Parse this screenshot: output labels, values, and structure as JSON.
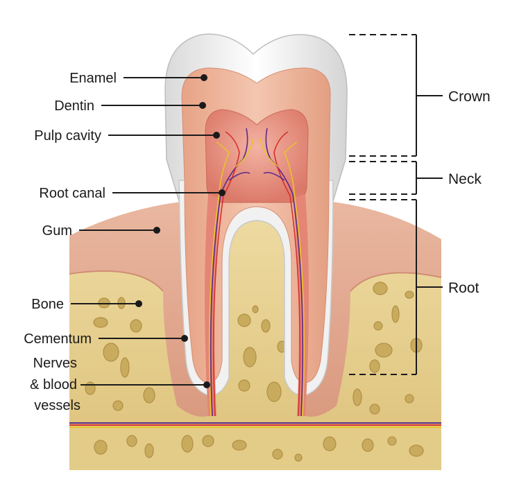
{
  "labels": {
    "enamel": "Enamel",
    "dentin": "Dentin",
    "pulp_cavity": "Pulp cavity",
    "root_canal": "Root canal",
    "gum": "Gum",
    "bone": "Bone",
    "cementum": "Cementum",
    "nerves_line1": "Nerves",
    "nerves_line2": "& blood",
    "nerves_line3": "vessels"
  },
  "sections": {
    "crown": "Crown",
    "neck": "Neck",
    "root": "Root"
  },
  "colors": {
    "bone": "#e6d08f",
    "bone_dark": "#c9ab5e",
    "gum": "#e2a78f",
    "enamel": "#f4f4f4",
    "dentin": "#efb79e",
    "pulp": "#e48575",
    "nerve": "#8a2c8a",
    "vessel": "#e8c42a"
  }
}
